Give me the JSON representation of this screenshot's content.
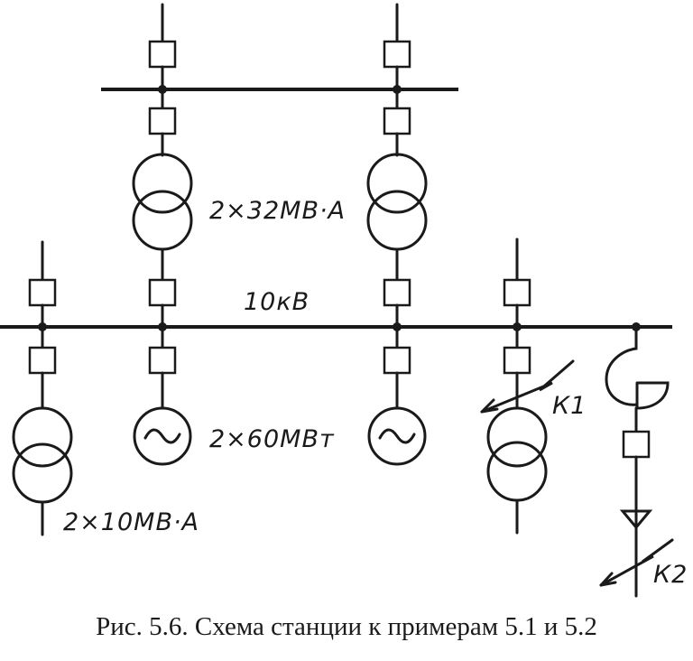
{
  "labels": {
    "transformer_upper": "2×32МВ·А",
    "bus_voltage": "10кВ",
    "generators": "2×60МВт",
    "transformer_lower": "2×10МВ·А",
    "fault_k1": "К1",
    "fault_k2": "К2"
  },
  "caption": "Рис. 5.6. Схема станции к примерам 5.1 и 5.2"
}
